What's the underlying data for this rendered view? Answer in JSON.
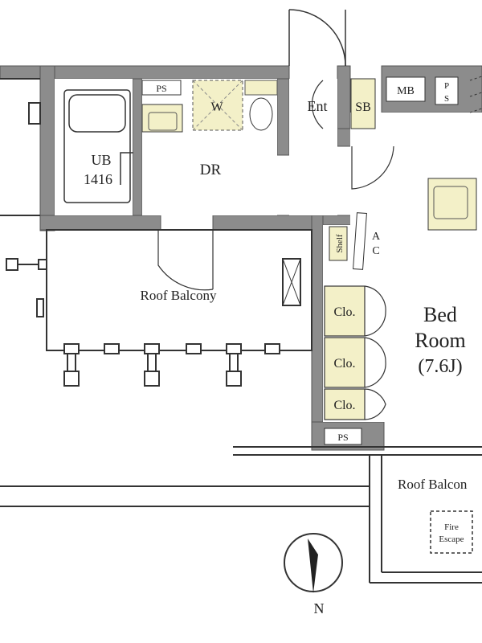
{
  "rooms": {
    "ub": "UB",
    "ub_size": "1416",
    "dr": "DR",
    "roof_balcony_left": "Roof Balcony",
    "bedroom_line1": "Bed",
    "bedroom_line2": "Room",
    "bedroom_size": "(7.6J)",
    "roof_balcony_right": "Roof Balcon",
    "entrance": "Ent"
  },
  "fixtures": {
    "ps_top": "PS",
    "w": "W",
    "sb": "SB",
    "mb": "MB",
    "ps_right_1": "P",
    "ps_right_2": "S",
    "shelf": "Shelf",
    "ac_1": "A",
    "ac_2": "C",
    "closets": [
      "Clo.",
      "Clo.",
      "Clo."
    ],
    "ps_bottom": "PS",
    "fire_escape_1": "Fire",
    "fire_escape_2": "Escape"
  },
  "compass": {
    "north_label": "N"
  },
  "colors": {
    "wall": "#8c8c8c",
    "wall_edge": "#555555",
    "highlight": "#f3f0c8",
    "floor": "#ffffff",
    "line": "#333333"
  }
}
